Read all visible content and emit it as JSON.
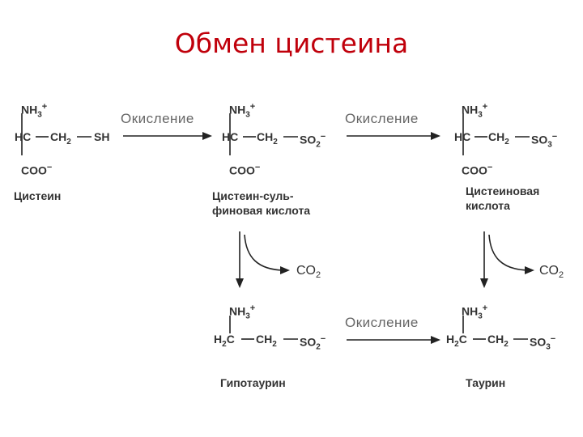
{
  "title": "Обмен цистеина",
  "reaction_oxidation": "Окисление",
  "co2": "CO",
  "co2_sub": "2",
  "molecules": {
    "cysteine": {
      "name": "Цистеин",
      "nh3": "NH",
      "nh3_sub": "3",
      "charge_plus": "+",
      "hc": "HC",
      "ch2": "CH",
      "ch2_sub": "2",
      "tail": "SH",
      "coo": "COO",
      "charge_minus": "−"
    },
    "cysteine_sulfinic": {
      "name_line1": "Цистеин-суль-",
      "name_line2": "финовая кислота",
      "tail": "SO",
      "tail_sub": "2"
    },
    "cysteic": {
      "name_line1": "Цистеиновая",
      "name_line2": "кислота",
      "tail": "SO",
      "tail_sub": "3"
    },
    "hypotaurine": {
      "name": "Гипотаурин",
      "h2c": "H",
      "h2c_sub": "2",
      "h2c_c": "C",
      "tail": "SO",
      "tail_sub": "2"
    },
    "taurine": {
      "name": "Таурин",
      "tail": "SO",
      "tail_sub": "3"
    }
  }
}
